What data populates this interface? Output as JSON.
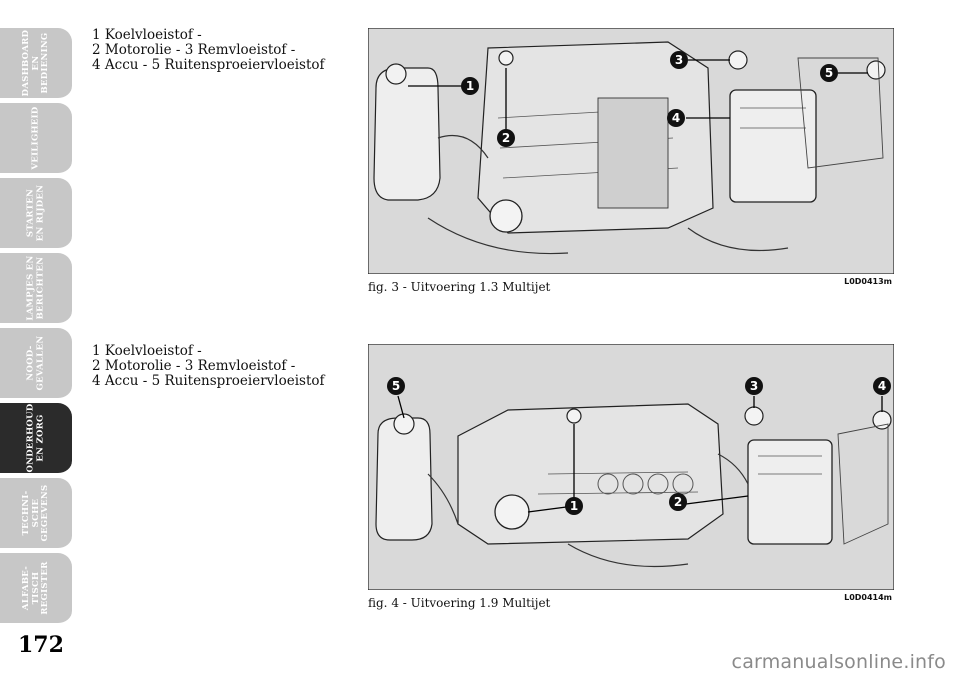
{
  "side_tabs": [
    {
      "label": "DASHBOARD\nEN\nBEDIENING",
      "active": false
    },
    {
      "label": "VEILIGHEID",
      "active": false
    },
    {
      "label": "STARTEN\nEN RIJDEN",
      "active": false
    },
    {
      "label": "LAMPJES EN\nBERICHTEN",
      "active": false
    },
    {
      "label": "NOOD-\nGEVALLEN",
      "active": false
    },
    {
      "label": "ONDERHOUD\nEN ZORG",
      "active": true
    },
    {
      "label": "TECHNI-\nSCHE\nGEGEVENS",
      "active": false
    },
    {
      "label": "ALFABE-\nTISCH\nREGISTER",
      "active": false
    }
  ],
  "page_number": "172",
  "figures": [
    {
      "legend": [
        "1 Koelvloeistof -",
        "2 Motorolie - 3 Remvloeistof -",
        "4 Accu - 5 Ruitensproeiervloeistof"
      ],
      "caption": "fig. 3 - Uitvoering 1.3 Multijet",
      "code": "L0D0413m",
      "callouts": [
        "1",
        "2",
        "3",
        "4",
        "5"
      ]
    },
    {
      "legend": [
        "1 Koelvloeistof -",
        "2 Motorolie - 3 Remvloeistof -",
        "4 Accu - 5 Ruitensproeiervloeistof"
      ],
      "caption": "fig. 4 - Uitvoering 1.9 Multijet",
      "code": "L0D0414m",
      "callouts": [
        "5",
        "3",
        "4",
        "1",
        "2"
      ]
    }
  ],
  "watermark": "carmanualsonline.info",
  "colors": {
    "tab": "#c7c7c7",
    "tab_active": "#2b2b2b",
    "illustration_bg": "#d9d9d9"
  }
}
